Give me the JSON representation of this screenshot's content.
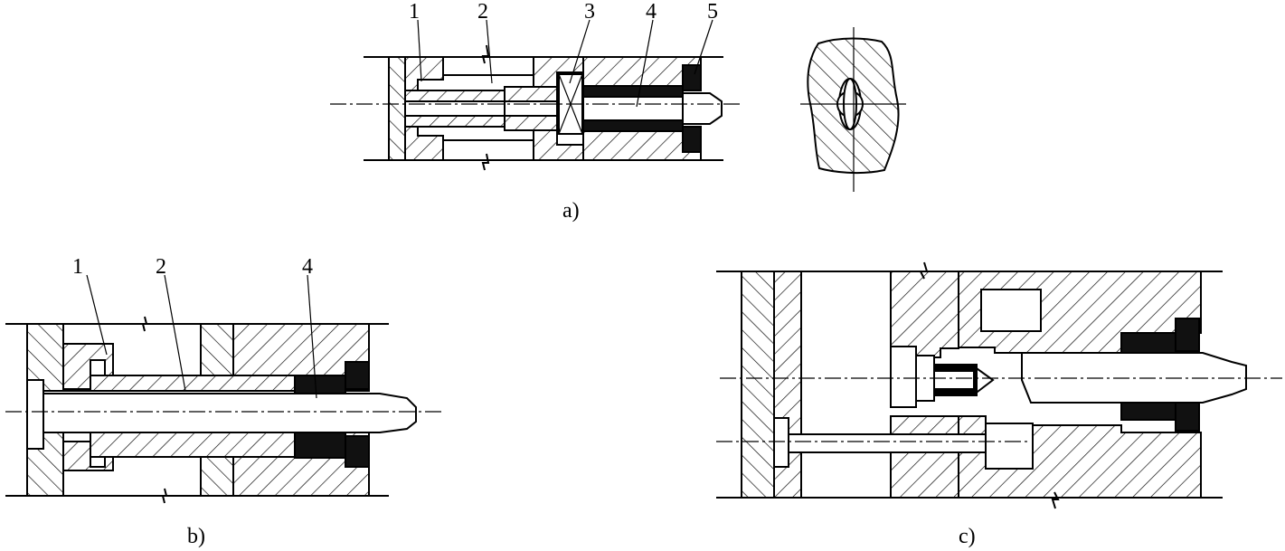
{
  "figure": {
    "panel_a": {
      "caption": "a)",
      "part_labels": [
        "1",
        "2",
        "3",
        "4",
        "5"
      ]
    },
    "panel_b": {
      "caption": "b)",
      "part_labels": [
        "1",
        "2",
        "4"
      ]
    },
    "panel_c": {
      "caption": "c)"
    }
  }
}
